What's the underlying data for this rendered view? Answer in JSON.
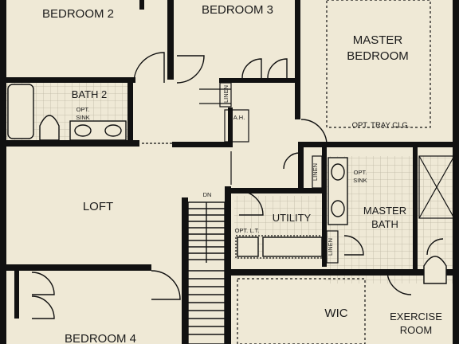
{
  "rooms": {
    "bedroom2": "BEDROOM 2",
    "bedroom3": "BEDROOM 3",
    "master_line1": "MASTER",
    "master_line2": "BEDROOM",
    "tray": "OPT. TRAY CLG.",
    "bath2": "BATH 2",
    "opt_sink_l1": "OPT.",
    "opt_sink_l2": "SINK",
    "linen": "LINEN",
    "ah": "A.H.",
    "loft": "LOFT",
    "dn": "DN",
    "utility": "UTILITY",
    "opt_lt": "OPT. L.T.",
    "master_bath_l1": "MASTER",
    "master_bath_l2": "BATH",
    "mb_opt_l1": "OPT.",
    "mb_opt_l2": "SINK",
    "wic": "WIC",
    "exercise_l1": "EXERCISE",
    "exercise_l2": "ROOM",
    "bedroom4": "BEDROOM 4"
  },
  "colors": {
    "floor": "#efe9d6",
    "wall": "#111111",
    "tile": "#c9c3b0"
  }
}
